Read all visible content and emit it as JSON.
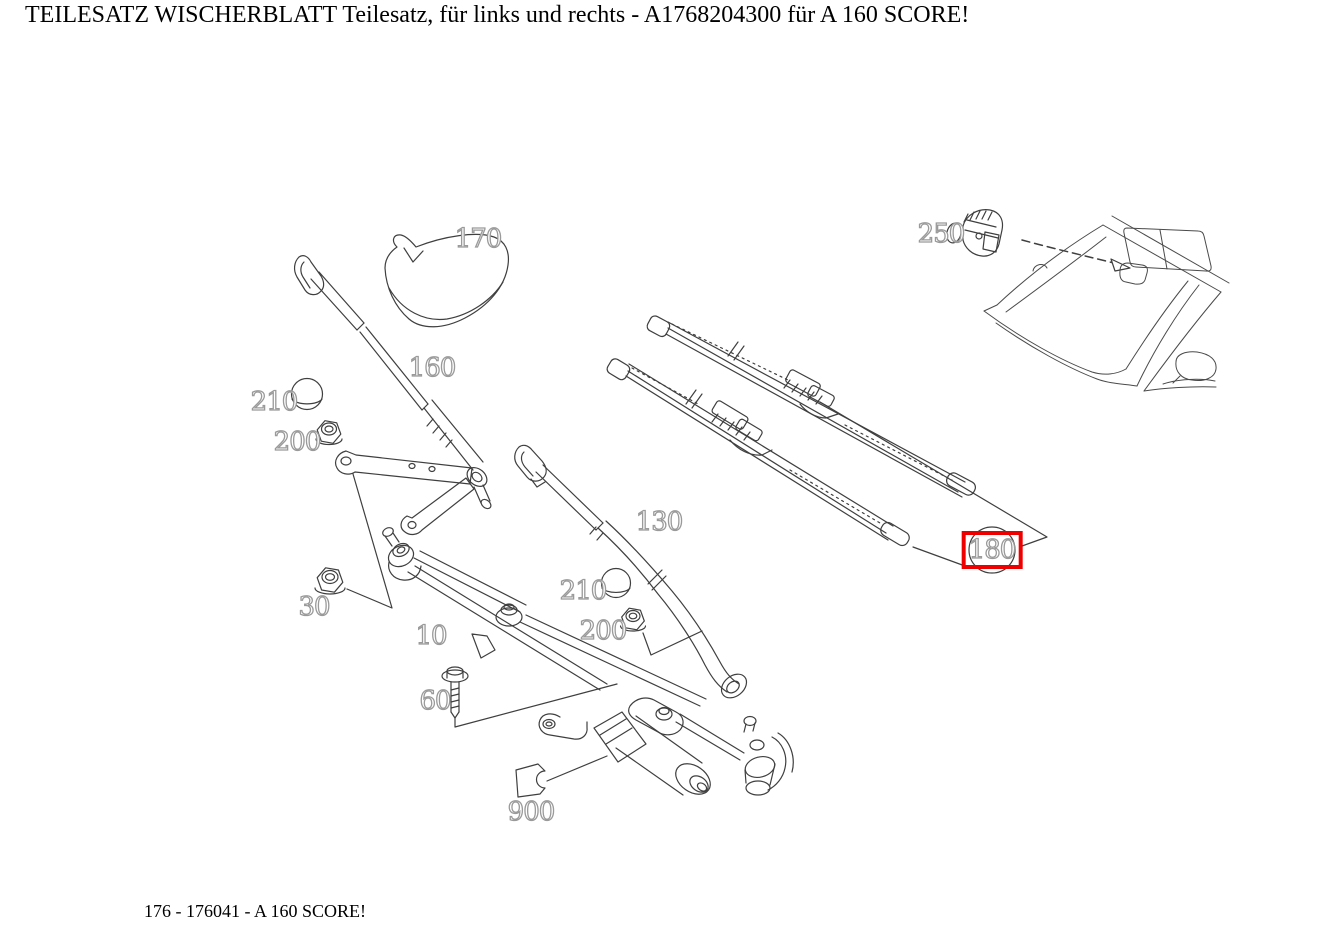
{
  "title": "TEILESATZ WISCHERBLATT Teilesatz, für links und rechts - A1768204300 für A 160 SCORE!",
  "footer": "176 - 176041 - A 160 SCORE!",
  "colors": {
    "highlight_red": "#ee0000",
    "label_outline_gray": "#9a9a9a",
    "line_color": "#3f3f3f"
  },
  "part_labels": [
    {
      "id": "170",
      "text": "170",
      "highlighted": false
    },
    {
      "id": "160",
      "text": "160",
      "highlighted": false
    },
    {
      "id": "210-left",
      "text": "210",
      "highlighted": false
    },
    {
      "id": "200-left",
      "text": "200",
      "highlighted": false
    },
    {
      "id": "30",
      "text": "30",
      "highlighted": false
    },
    {
      "id": "10",
      "text": "10",
      "highlighted": false
    },
    {
      "id": "60",
      "text": "60",
      "highlighted": false
    },
    {
      "id": "900",
      "text": "900",
      "highlighted": false
    },
    {
      "id": "130",
      "text": "130",
      "highlighted": false
    },
    {
      "id": "210-center",
      "text": "210",
      "highlighted": false
    },
    {
      "id": "200-center",
      "text": "200",
      "highlighted": false
    },
    {
      "id": "180",
      "text": "180",
      "highlighted": true
    },
    {
      "id": "250",
      "text": "250",
      "highlighted": false
    }
  ]
}
